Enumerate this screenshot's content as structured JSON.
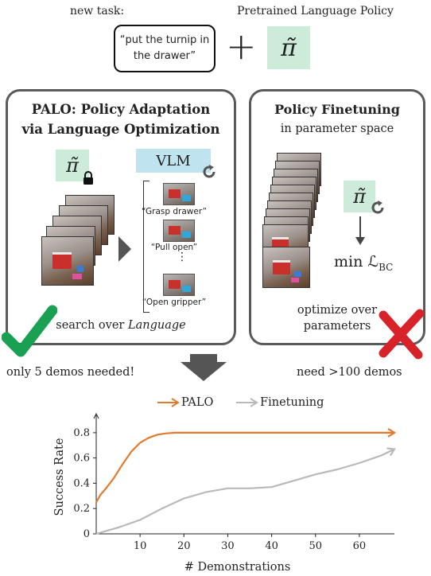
{
  "header": {
    "task_label": "new task:",
    "policy_label": "Pretrained Language Policy",
    "task_text": "“put the turnip in the drawer”",
    "plus": "+",
    "policy_symbol": "π̃"
  },
  "palo": {
    "title_line1": "PALO: Policy Adaptation",
    "title_line2": "via Language Optimization",
    "policy_symbol": "π̃",
    "vlm_label": "VLM",
    "subtasks": [
      "“Grasp drawer”",
      "“Pull open”",
      "“Open gripper”"
    ],
    "ellipsis": "⋮",
    "search_prefix": "search over ",
    "search_word": "Language",
    "check_icon": "check-mark-icon",
    "lock_icon": "lock-icon"
  },
  "finetuning": {
    "title": "Policy Finetuning",
    "subtitle": "in parameter space",
    "policy_symbol": "π̃",
    "loss": "min ℒ",
    "loss_sub": "BC",
    "optimize_line1": "optimize over",
    "optimize_line2": "parameters",
    "cross_icon": "cross-mark-icon"
  },
  "bottom": {
    "left_note": "only 5 demos needed!",
    "right_note": "need >100 demos"
  },
  "colors": {
    "palo": "#e07b2e",
    "finetuning": "#b9b9b9",
    "check": "#1aa053",
    "cross": "#d8222a",
    "pi_box": "#cdebd9",
    "vlm_box": "#bfe3ef"
  },
  "chart_data": {
    "type": "line",
    "legend": [
      "PALO",
      "Finetuning"
    ],
    "legend_position": "top",
    "xlabel": "# Demonstrations",
    "ylabel": "Success Rate",
    "xticks": [
      10,
      20,
      30,
      40,
      50,
      60
    ],
    "yticks": [
      0,
      0.2,
      0.4,
      0.6,
      0.8
    ],
    "xlim": [
      0,
      68
    ],
    "ylim": [
      0,
      0.9
    ],
    "grid": false,
    "series": [
      {
        "name": "PALO",
        "color": "#e07b2e",
        "x": [
          0,
          1,
          2,
          4,
          6,
          8,
          10,
          12,
          14,
          16,
          18,
          20,
          25,
          30,
          40,
          50,
          60,
          68
        ],
        "y": [
          0.25,
          0.31,
          0.35,
          0.44,
          0.55,
          0.65,
          0.72,
          0.76,
          0.785,
          0.795,
          0.8,
          0.8,
          0.8,
          0.8,
          0.8,
          0.8,
          0.8,
          0.8
        ]
      },
      {
        "name": "Finetuning",
        "color": "#b9b9b9",
        "x": [
          0,
          5,
          10,
          15,
          20,
          25,
          30,
          35,
          40,
          45,
          50,
          55,
          60,
          65,
          68
        ],
        "y": [
          0.0,
          0.05,
          0.11,
          0.2,
          0.28,
          0.33,
          0.36,
          0.36,
          0.37,
          0.42,
          0.47,
          0.51,
          0.56,
          0.62,
          0.67
        ]
      }
    ]
  }
}
